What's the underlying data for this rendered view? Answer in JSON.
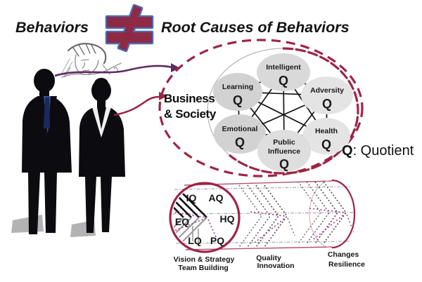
{
  "title": {
    "behaviors": "Behaviors",
    "root_causes": "Root Causes of Behaviors"
  },
  "colors": {
    "maroon": "#9E2445",
    "symbol_fill": "#8E2A45",
    "symbol_outline": "#4A6DB4",
    "purple_arrow": "#5D2A63",
    "dotted_purple": "#993B93",
    "node_gray": "#D9D9D9"
  },
  "business_society": {
    "line1": "Business",
    "line2": "& Society"
  },
  "quotient_caption": {
    "q": "Q",
    "text": ": Quotient"
  },
  "diagram": {
    "nodes": [
      {
        "line1": "Intelligent",
        "q": "Q"
      },
      {
        "line1": "Learning",
        "q": "Q"
      },
      {
        "line1": "Adversity",
        "q": "Q"
      },
      {
        "line1": "Emotional",
        "q": "Q"
      },
      {
        "line1": "Health",
        "q": "Q"
      },
      {
        "line1": "Public",
        "line2": "Influence",
        "q": "Q"
      }
    ]
  },
  "pipeline": {
    "quotients": {
      "iq": "IQ",
      "aq": "AQ",
      "eq": "EQ",
      "hq": "HQ",
      "lq": "LQ",
      "pq": "PQ"
    },
    "stages": [
      {
        "line1": "Vision & Strategy",
        "line2": "Team Building"
      },
      {
        "line1": "Quality",
        "line2": "Innovation"
      },
      {
        "line1": "Changes",
        "line2": "Resilience"
      }
    ]
  }
}
